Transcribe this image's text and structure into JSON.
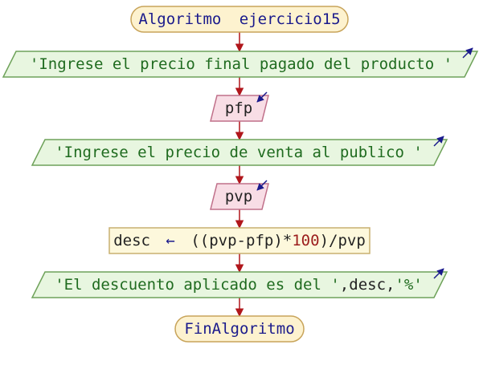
{
  "flowchart": {
    "start": {
      "keyword": "Algoritmo",
      "name": "ejercicio15"
    },
    "output_1": {
      "text": "'Ingrese el precio final pagado del producto '"
    },
    "input_1": {
      "variable": "pfp"
    },
    "output_2": {
      "text": "'Ingrese el precio de venta al publico '"
    },
    "input_2": {
      "variable": "pvp"
    },
    "process": {
      "target": "desc",
      "arrow": "←",
      "expr_open": "((",
      "expr_a": "pvp",
      "expr_minus": "-",
      "expr_b": "pfp",
      "expr_close": ")",
      "expr_times": "*",
      "expr_number": "100",
      "expr_close2": ")",
      "expr_div": "/",
      "expr_c": "pvp"
    },
    "output_3": {
      "str1": "'El descuento aplicado es del '",
      "sep1": ",",
      "var": "desc",
      "sep2": ",",
      "str2": "'%'"
    },
    "end": {
      "keyword": "FinAlgoritmo"
    }
  },
  "colors": {
    "terminal_fill": "#fdf2cf",
    "terminal_stroke": "#c8a45a",
    "io_output_fill": "#e8f6e0",
    "io_output_stroke": "#6ea25a",
    "io_input_fill": "#f8dde5",
    "io_input_stroke": "#c0708a",
    "process_fill": "#fdf8dc",
    "process_stroke": "#c8b070",
    "arrow_color": "#b0161b",
    "corner_arrow_color": "#1a1a8c"
  }
}
